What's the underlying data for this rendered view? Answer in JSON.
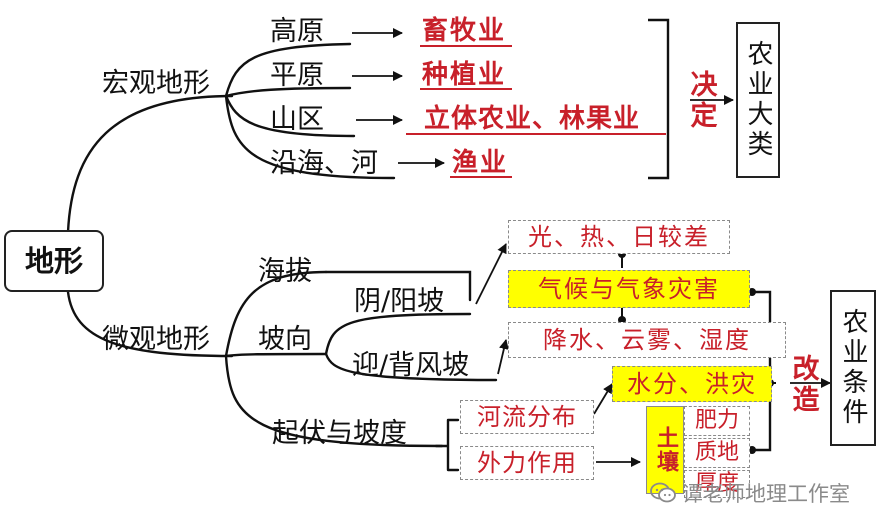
{
  "root": "地形",
  "macro": {
    "label": "宏观地形",
    "landforms": [
      "高原",
      "平原",
      "山区",
      "沿海、河"
    ],
    "agriculture": [
      "畜牧业",
      "种植业",
      "立体农业、林果业",
      "渔业"
    ],
    "link": "决定",
    "result": "农业大类"
  },
  "micro": {
    "label": "微观地形",
    "factors": [
      "海拔",
      "坡向",
      "起伏与坡度"
    ],
    "slopes": [
      "阴/阳坡",
      "迎/背风坡"
    ],
    "outcomes": [
      "光、热、日较差",
      "气候与气象灾害",
      "降水、云雾、湿度",
      "水分、洪灾",
      "河流分布",
      "外力作用"
    ],
    "soil": {
      "label": "土壤",
      "items": [
        "肥力",
        "质地",
        "厚度"
      ]
    },
    "link": "改造",
    "result": "农业条件"
  },
  "watermark": "谭老师地理工作室"
}
